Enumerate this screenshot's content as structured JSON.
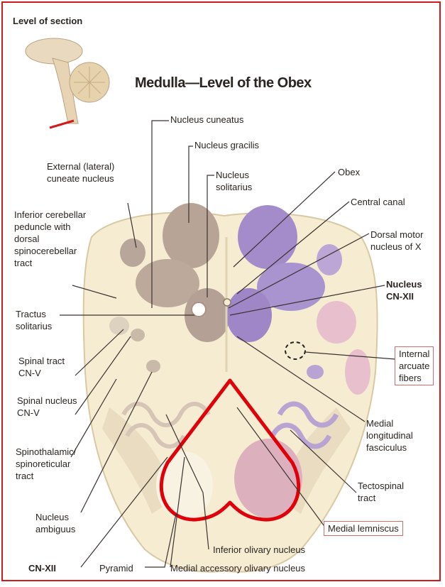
{
  "heading": "Level of section",
  "title": "Medulla—Level of the Obex",
  "colors": {
    "frame": "#d11a1a",
    "highlight": "#e0000a",
    "tissue": "#f5ecd2",
    "nucleus_brown": "#b7a497",
    "nucleus_purple": "#a48ccb",
    "lemniscus_pink": "#ddb0bd",
    "callout_border": "#d46a6a"
  },
  "labels": {
    "nucleus_cuneatus": "Nucleus cuneatus",
    "nucleus_gracilis": "Nucleus gracilis",
    "external_cuneate": "External (lateral)\ncuneate nucleus",
    "nucleus_solitarius": "Nucleus\nsolitarius",
    "obex": "Obex",
    "central_canal": "Central canal",
    "inferior_cerebellar": "Inferior cerebellar\npeduncle with\ndorsal\nspinocerebellar\ntract",
    "dorsal_motor": "Dorsal motor\nnucleus of X",
    "nucleus_cn_xii": "Nucleus\nCN-XII",
    "tractus_solitarius": "Tractus\nsolitarius",
    "internal_arcuate": "Internal\narcuate\nfibers",
    "spinal_tract": "Spinal tract\nCN-V",
    "spinal_nucleus": "Spinal nucleus\nCN-V",
    "mlf": "Medial\nlongitudinal\nfasciculus",
    "spinothalamic": "Spinothalamic/\nspinoreticular\ntract",
    "tectospinal": "Tectospinal\ntract",
    "nucleus_ambiguus": "Nucleus\nambiguus",
    "medial_lemniscus": "Medial lemniscus",
    "inferior_olivary": "Inferior olivary nucleus",
    "cn_xii": "CN-XII",
    "pyramid": "Pyramid",
    "medial_accessory": "Medial accessory olivary nucleus"
  }
}
